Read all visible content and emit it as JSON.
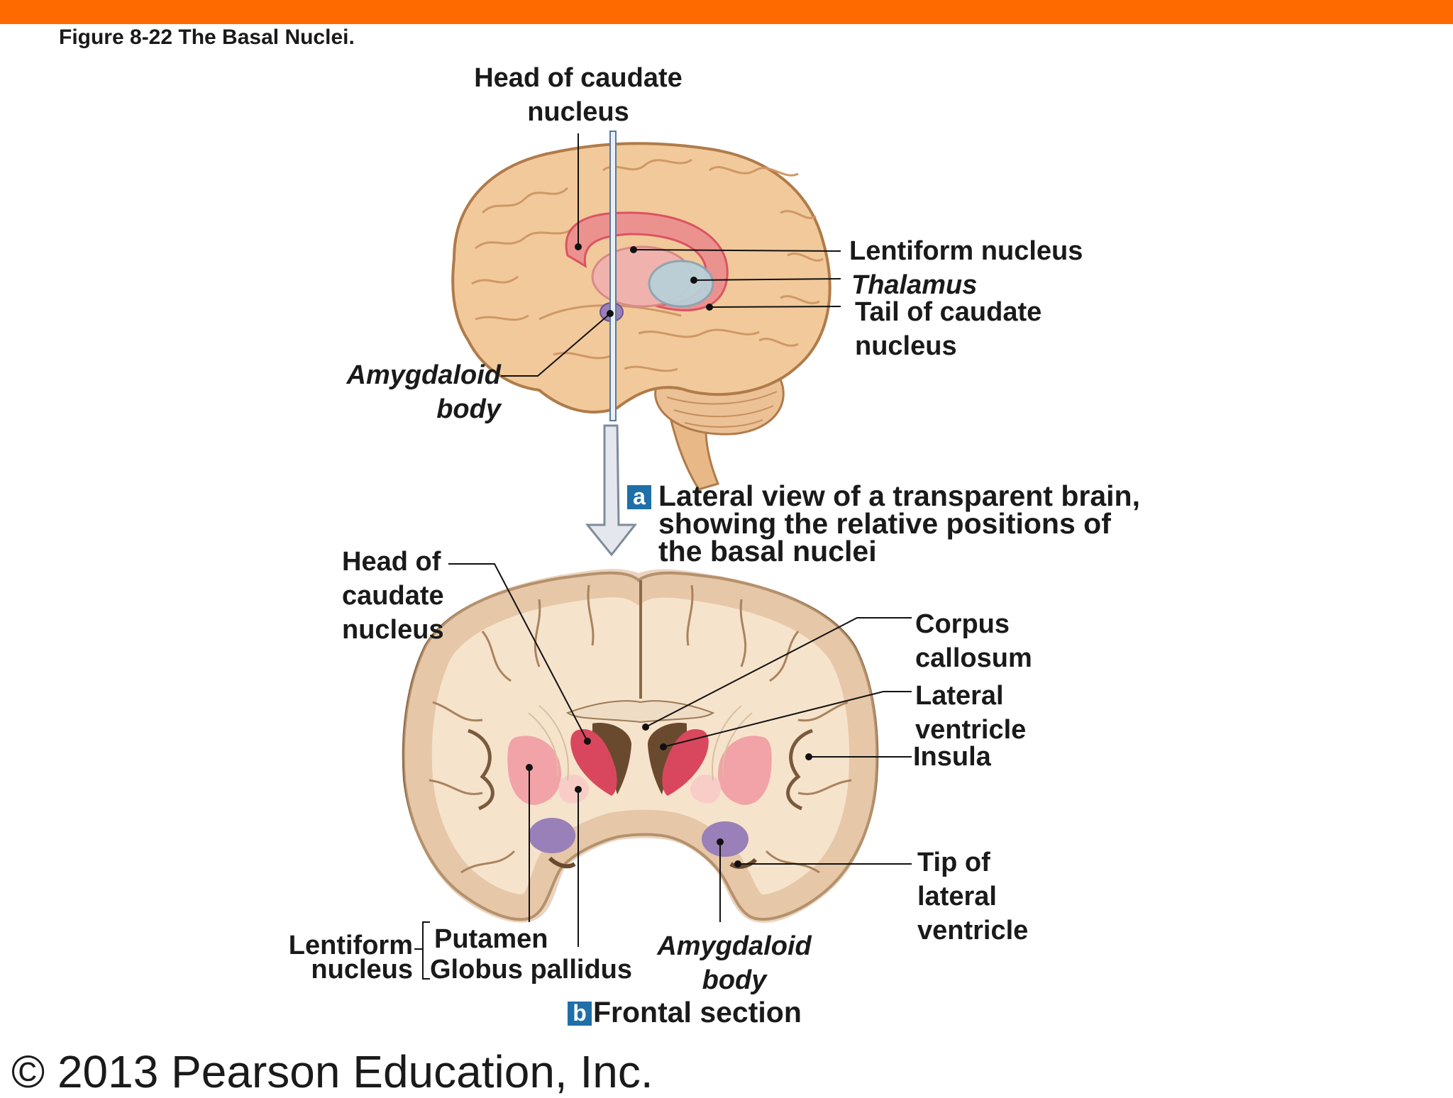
{
  "figure_title": "Figure 8-22  The Basal Nuclei.",
  "panel_a": {
    "badge": "a",
    "caption": [
      "Lateral view of a transparent brain,",
      "showing the relative positions of",
      "the basal nuclei"
    ],
    "labels": {
      "head_caudate": [
        "Head of caudate",
        "nucleus"
      ],
      "lentiform": "Lentiform nucleus",
      "thalamus": "Thalamus",
      "tail_caudate": [
        "Tail of caudate",
        "nucleus"
      ],
      "amygdaloid": [
        "Amygdaloid",
        "body"
      ]
    }
  },
  "panel_b": {
    "badge": "b",
    "caption": "Frontal section",
    "labels": {
      "head_caudate": [
        "Head of",
        "caudate",
        "nucleus"
      ],
      "corpus_callosum": [
        "Corpus",
        "callosum"
      ],
      "lateral_ventricle": [
        "Lateral",
        "ventricle"
      ],
      "insula": "Insula",
      "tip_lateral_ventricle": [
        "Tip of",
        "lateral",
        "ventricle"
      ],
      "lentiform": [
        "Lentiform",
        "nucleus"
      ],
      "putamen": "Putamen",
      "globus_pallidus": "Globus pallidus",
      "amygdaloid": [
        "Amygdaloid",
        "body"
      ]
    }
  },
  "copyright": "© 2013 Pearson Education, Inc.",
  "colors": {
    "accent_bar": "#ff6a00",
    "brain_tan": "#f2c99a",
    "caudate_red": "#d9475e",
    "putamen_pink": "#f2a3a8",
    "globus_pink": "#f8cdc8",
    "amygdala_purple": "#9a80b8",
    "thalamus_blue": "#b9cfd8",
    "badge_blue": "#1f6fa8"
  }
}
